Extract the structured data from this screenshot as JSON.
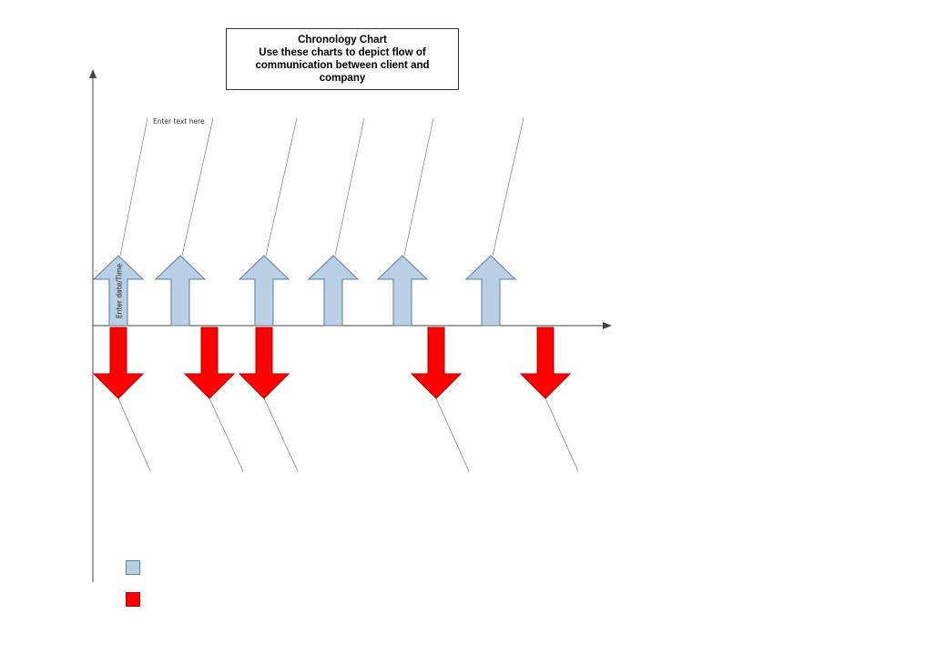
{
  "title": {
    "line1": "Chronology Chart",
    "line2": "Use these charts to depict flow of",
    "line3": "communication between client and",
    "line4": "company"
  },
  "placeholders": {
    "enter_text": "Enter text here",
    "enter_date": "Enter date/Time"
  },
  "colors": {
    "client": "#b8cfe4",
    "client_border": "#5b7ea4",
    "company": "#ff0000",
    "company_border": "#b00000",
    "axis": "#444444",
    "callout": "#666666"
  },
  "up_arrows": [
    {
      "id": "up-1",
      "callout": true
    },
    {
      "id": "up-2",
      "callout": true
    },
    {
      "id": "up-3",
      "callout": true
    },
    {
      "id": "up-4",
      "callout": true
    },
    {
      "id": "up-5",
      "callout": true
    },
    {
      "id": "up-6",
      "callout": true
    }
  ],
  "down_arrows": [
    {
      "id": "down-1",
      "callout": true
    },
    {
      "id": "down-2",
      "callout": true
    },
    {
      "id": "down-3",
      "callout": true
    },
    {
      "id": "down-4",
      "callout": true
    },
    {
      "id": "down-5",
      "callout": true
    }
  ]
}
